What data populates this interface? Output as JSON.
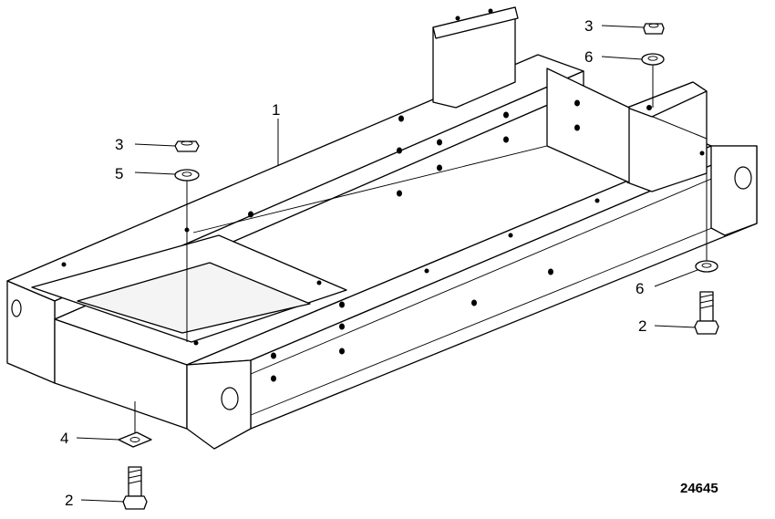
{
  "figure_number": "24645",
  "callouts": [
    {
      "id": "c1",
      "label": "1"
    },
    {
      "id": "c3a",
      "label": "3"
    },
    {
      "id": "c5",
      "label": "5"
    },
    {
      "id": "c3b",
      "label": "3"
    },
    {
      "id": "c6a",
      "label": "6"
    },
    {
      "id": "c6b",
      "label": "6"
    },
    {
      "id": "c2a",
      "label": "2"
    },
    {
      "id": "c4",
      "label": "4"
    },
    {
      "id": "c2b",
      "label": "2"
    }
  ]
}
